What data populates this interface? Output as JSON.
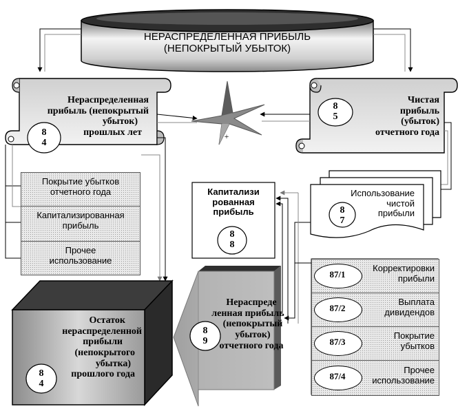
{
  "title": {
    "line1": "НЕРАСПРЕДЕЛЕННАЯ ПРИБЫЛЬ",
    "line2": "(НЕПОКРЫТЫЙ УБЫТОК)"
  },
  "scroll_left": {
    "lines": [
      "Нераспределенная",
      "прибыль (непокрытый",
      "убыток)",
      "прошлых лет"
    ],
    "account": [
      "8",
      "4"
    ]
  },
  "scroll_right": {
    "lines": [
      "Чистая",
      "прибыль",
      "(убыток)",
      "отчетного года"
    ],
    "account": [
      "8",
      "5"
    ]
  },
  "left_uses": [
    "Покрытие убытков отчетного года",
    "Капитализированная прибыль",
    "Прочее использование"
  ],
  "capitalized": {
    "lines": [
      "Капитализи",
      "рованная",
      "прибыль"
    ],
    "account": [
      "8",
      "8"
    ]
  },
  "usage": {
    "lines": [
      "Использование",
      "чистой",
      "прибыли"
    ],
    "account": [
      "8",
      "7"
    ]
  },
  "subaccounts": [
    {
      "code": "87/1",
      "label": "Корректировки прибыли"
    },
    {
      "code": "87/2",
      "label": "Выплата дивидендов"
    },
    {
      "code": "87/3",
      "label": "Покрытие убытков"
    },
    {
      "code": "87/4",
      "label": "Прочее использование"
    }
  ],
  "cube": {
    "lines": [
      "Остаток",
      "нераспределенной",
      "прибыли",
      "(непокрытого",
      "убытка)",
      "прошлого года"
    ],
    "account": [
      "8",
      "4"
    ]
  },
  "arrow_block": {
    "lines": [
      "Нераспреде",
      "ленная прибыль",
      "(непокрытый",
      "убыток)",
      "отчетного года"
    ],
    "account": [
      "8",
      "9"
    ]
  },
  "plus_sign": "+"
}
